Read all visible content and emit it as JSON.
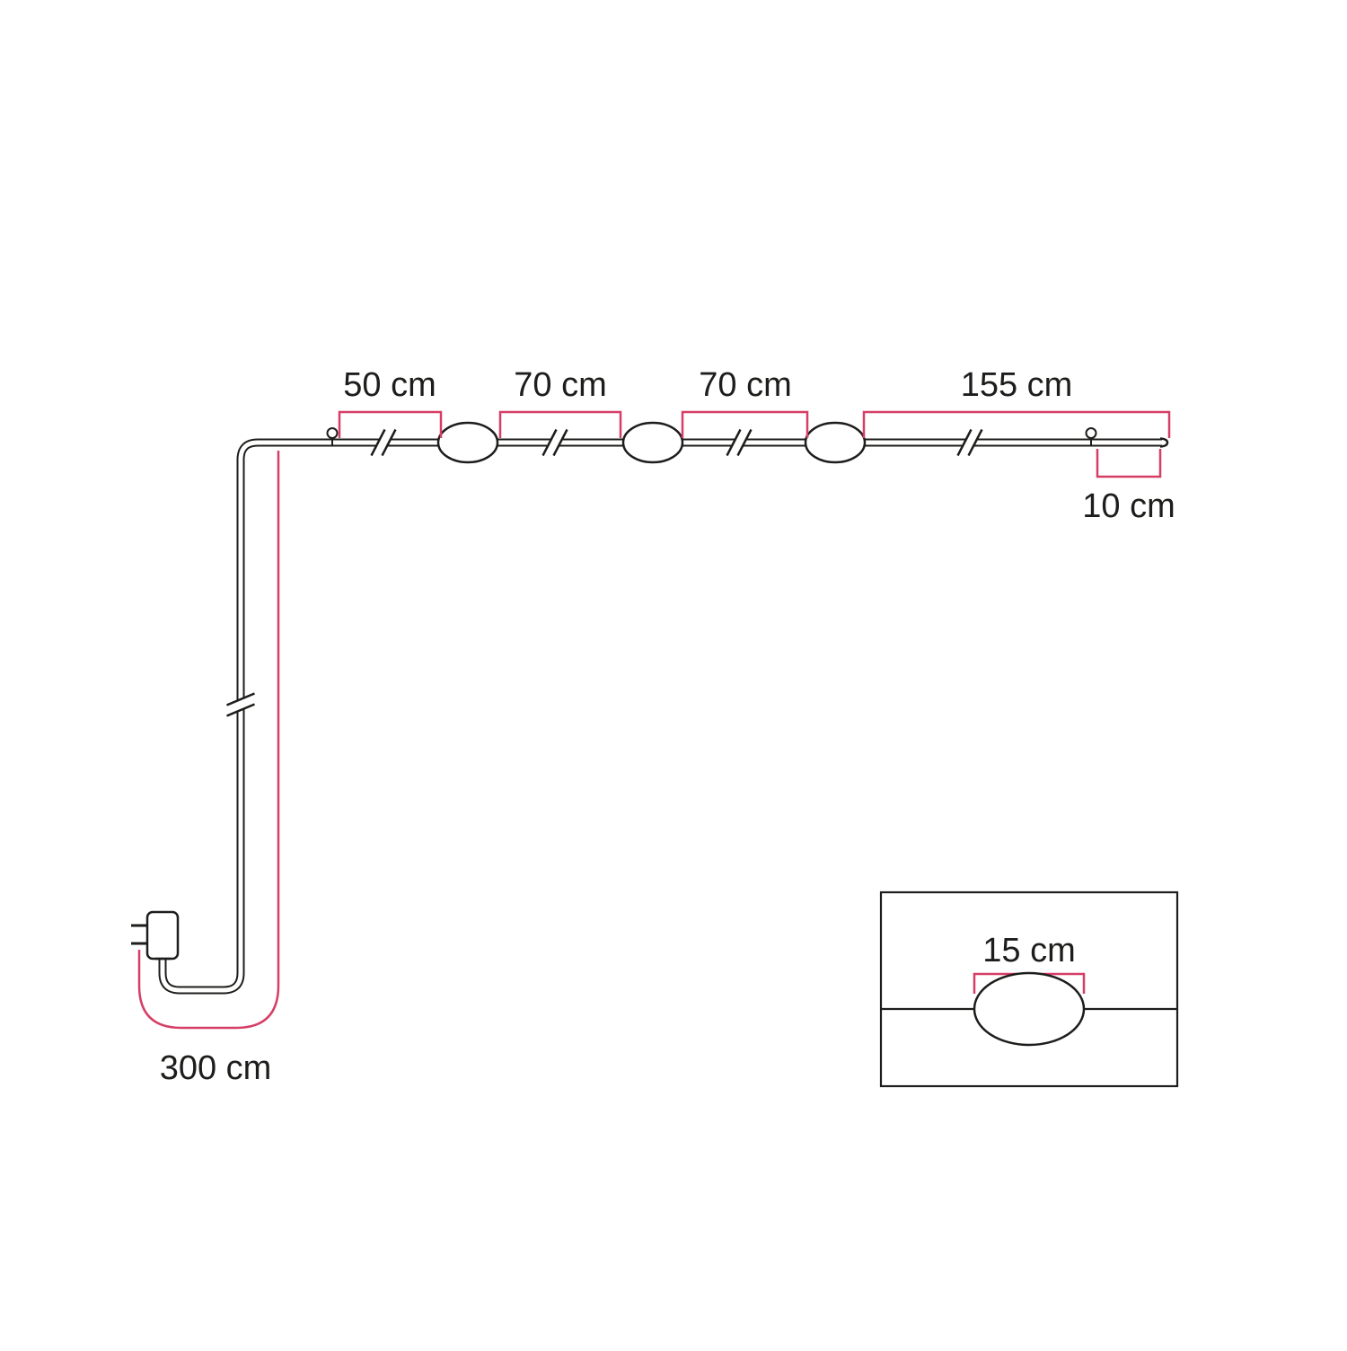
{
  "diagram": {
    "type": "dimension-diagram",
    "subject": "string light cable with power plug, hanging eyelets and three lamp holders, with segment measurements and a lamp-holder detail inset",
    "colors": {
      "outline": "#1d1d1b",
      "dimension": "#d63e66",
      "background": "#ffffff"
    },
    "labels": {
      "segment_50": "50 cm",
      "segment_70a": "70 cm",
      "segment_70b": "70 cm",
      "segment_155": "155 cm",
      "segment_10": "10 cm",
      "cable_300": "300 cm",
      "lamp_15": "15 cm"
    }
  }
}
